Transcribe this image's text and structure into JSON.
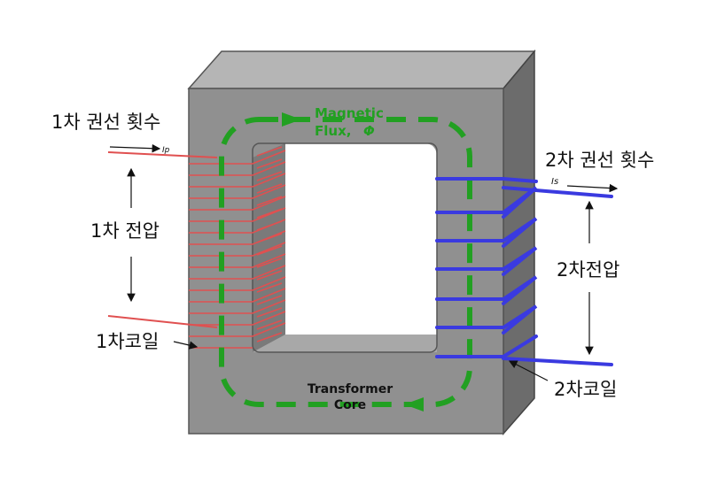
{
  "diagram": {
    "flux_label_line1": "Magnetic",
    "flux_label_line2": "Flux,",
    "flux_symbol": "Φ",
    "core_label_line1": "Transformer",
    "core_label_line2": "Core",
    "primary_turns_label": "1차 권선 횟수",
    "primary_current_label": "Ip",
    "primary_voltage_label": "1차 전압",
    "primary_coil_label": "1차코일",
    "secondary_turns_label": "2차 권선 횟수",
    "secondary_current_label": "Is",
    "secondary_voltage_label": "2차전압",
    "secondary_coil_label": "2차코일"
  },
  "colors": {
    "core_front": "#909090",
    "core_top": "#b5b5b5",
    "core_side": "#6c6c6c",
    "window": "#ffffff",
    "flux": "#22a022",
    "primary_wire": "#e05050",
    "secondary_wire": "#3a3ae0"
  }
}
